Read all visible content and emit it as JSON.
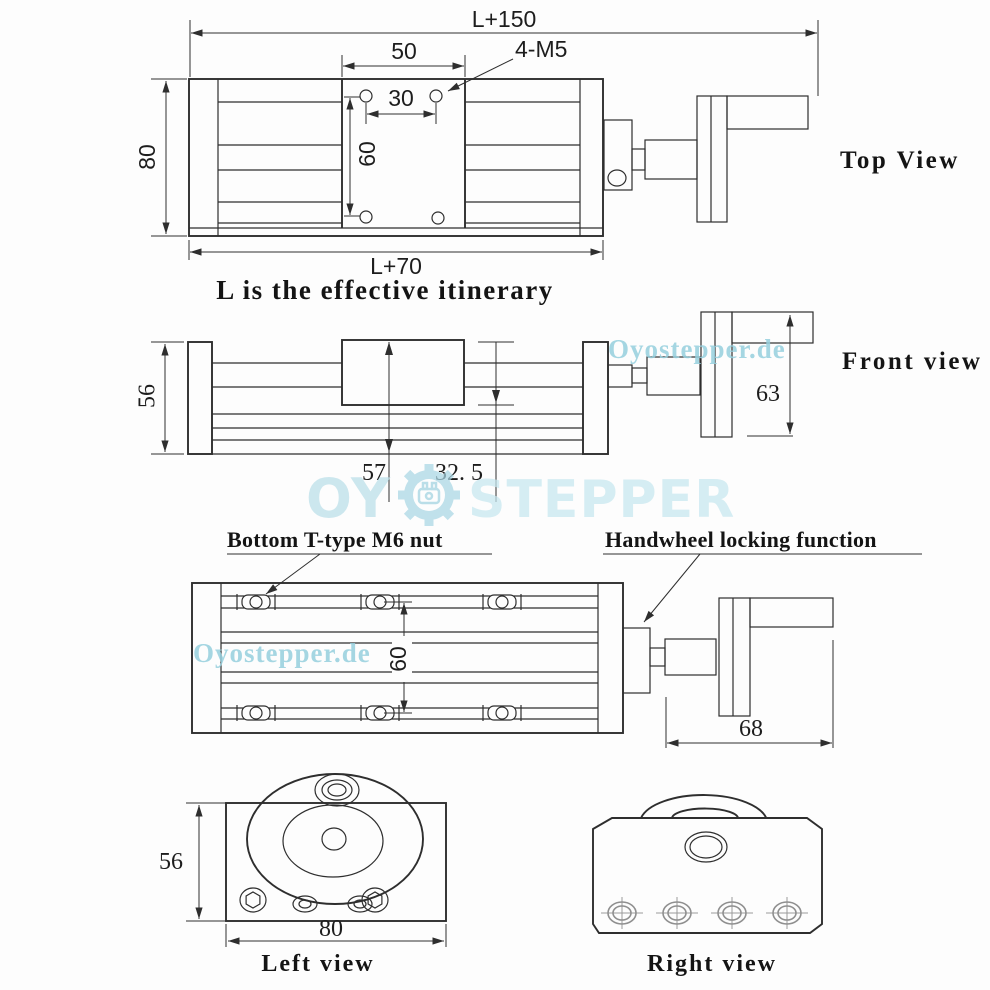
{
  "canvas": {
    "background": "#fdfdfd",
    "line_color": "#2e2e2e",
    "watermark_color": "#96d0de"
  },
  "note": "L is the effective itinerary",
  "watermarks": {
    "site": "Oyostepper.de",
    "logo_prefix": "OY",
    "logo_suffix": "STEPPER",
    "logo_icon": "gear-motor-icon"
  },
  "views": {
    "top": {
      "label": "Top View",
      "dim_overall_length": "L+150",
      "dim_carriage_width": "50",
      "hole_callout": "4-M5",
      "dim_hole_spacing_x": "30",
      "dim_hole_spacing_y": "60",
      "dim_body_width": "80",
      "dim_rail_length": "L+70"
    },
    "front": {
      "label": "Front view",
      "dim_body_height": "56",
      "dim_total_height": "57",
      "dim_carriage_height": "32. 5",
      "dim_handwheel_height": "63"
    },
    "bottom": {
      "callout_tnut": "Bottom T-type M6 nut",
      "callout_lock": "Handwheel locking function",
      "dim_slot_spacing": "60",
      "dim_handwheel_length": "68"
    },
    "left": {
      "label": "Left view",
      "dim_height": "56",
      "dim_width": "80"
    },
    "right": {
      "label": "Right view"
    }
  }
}
